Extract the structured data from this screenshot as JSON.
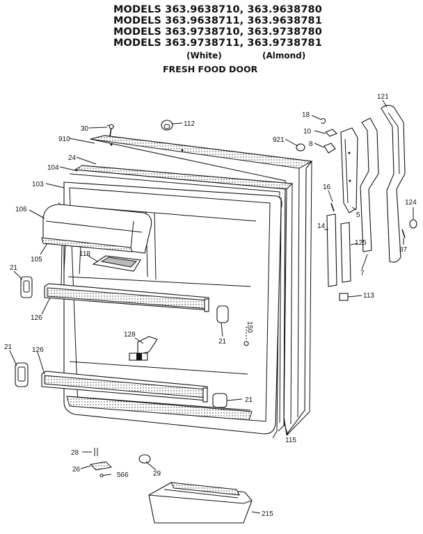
{
  "header": {
    "models": [
      "MODELS 363.9638710, 363.9638780",
      "MODELS 363.9638711, 363.9638781",
      "MODELS 363.9738710, 363.9738780",
      "MODELS 363.9738711, 363.9738781"
    ],
    "variant_white": "(White)",
    "variant_almond": "(Almond)",
    "section_title": "FRESH FOOD DOOR"
  },
  "part_labels": {
    "p30": "30",
    "p112": "112",
    "p910": "910",
    "p24": "24",
    "p104": "104",
    "p103": "103",
    "p106": "106",
    "p105": "105",
    "p118": "118",
    "p21a": "21",
    "p126a": "126",
    "p21b": "21",
    "p126b": "126",
    "p128": "128",
    "p150": "150",
    "p21c": "21",
    "p21d": "21",
    "p115": "115",
    "p18": "18",
    "p10": "10",
    "p921": "921",
    "p8": "8",
    "p16": "16",
    "p14": "14",
    "p5": "5",
    "p121": "121",
    "p124": "124",
    "p125": "125",
    "p7": "7",
    "p87": "87",
    "p113": "113",
    "p28": "28",
    "p26": "26",
    "p566": "566",
    "p29": "29",
    "p215": "215"
  }
}
